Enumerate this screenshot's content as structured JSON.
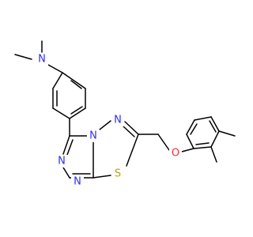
{
  "molecule": {
    "atoms": {
      "n_amine": {
        "symbol": "N",
        "color": "#2d2dff"
      },
      "n_tz_top": {
        "symbol": "N",
        "color": "#2d2dff"
      },
      "n_tz_bridge": {
        "symbol": "N",
        "color": "#2d2dff"
      },
      "n_left_upper": {
        "symbol": "N",
        "color": "#2d2dff"
      },
      "n_left_lower": {
        "symbol": "N",
        "color": "#2d2dff"
      },
      "s_thiadiazole": {
        "symbol": "S",
        "color": "#b8a500"
      },
      "o_ether": {
        "symbol": "O",
        "color": "#ff2a2a"
      }
    },
    "bond_color": "#000000"
  }
}
